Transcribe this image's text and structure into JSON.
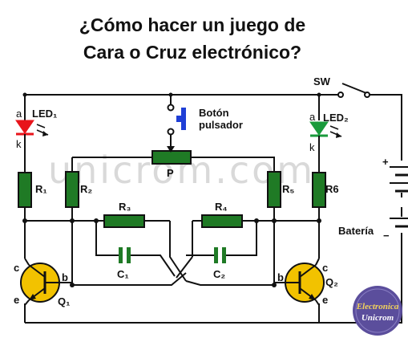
{
  "title": {
    "line1": "¿Cómo hacer un juego de",
    "line2": "Cara o Cruz electrónico?"
  },
  "watermark": "unicrom.com",
  "labels": {
    "sw": "SW",
    "led1": "LED₁",
    "led2": "LED₂",
    "led1_anode": "a",
    "led1_cathode": "k",
    "led2_anode": "a",
    "led2_cathode": "k",
    "button_line1": "Botón",
    "button_line2": "pulsador",
    "pot": "P",
    "r1": "R₁",
    "r2": "R₂",
    "r3": "R₃",
    "r4": "R₄",
    "r5": "R₅",
    "r6": "R6",
    "c1": "C₁",
    "c2": "C₂",
    "q1": "Q₁",
    "q2": "Q₂",
    "q1_c": "c",
    "q1_b": "b",
    "q1_e": "e",
    "q2_c": "c",
    "q2_b": "b",
    "q2_e": "e",
    "battery": "Batería",
    "battery_plus": "+",
    "battery_minus": "−"
  },
  "logo": {
    "line1": "Electronica",
    "line2": "Unicrom"
  },
  "colors": {
    "led1": "#e8141b",
    "led2": "#1a9a3c",
    "button": "#1f3fd6",
    "transistor": "#f2c200",
    "component": "#1f7a25",
    "wire": "#111111",
    "logo_bg": "#5b4e9c"
  }
}
